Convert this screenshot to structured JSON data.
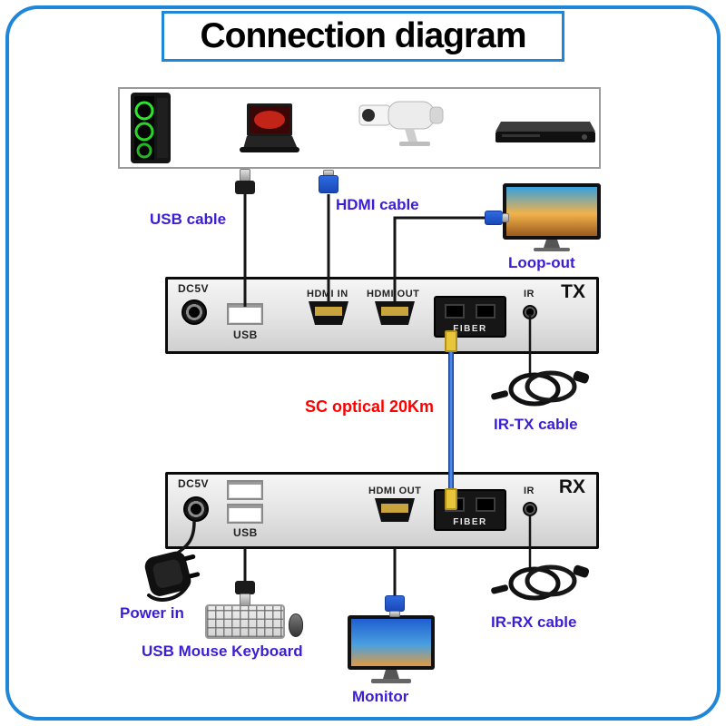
{
  "title": "Connection diagram",
  "cable_labels": {
    "usb": "USB cable",
    "hdmi": "HDMI cable",
    "loop_out": "Loop-out",
    "fiber": "SC optical 20Km",
    "ir_tx": "IR-TX cable",
    "ir_rx": "IR-RX cable",
    "power": "Power in",
    "usb_peripherals": "USB Mouse Keyboard",
    "monitor": "Monitor"
  },
  "tx": {
    "label": "TX",
    "ports": {
      "dc": "DC5V",
      "usb": "USB",
      "hdmi_in": "HDMI IN",
      "hdmi_out": "HDMI OUT",
      "fiber": "FIBER",
      "ir": "IR"
    }
  },
  "rx": {
    "label": "RX",
    "ports": {
      "dc": "DC5V",
      "usb": "USB",
      "hdmi_out": "HDMI OUT",
      "fiber": "FIBER",
      "ir": "IR"
    }
  },
  "source_devices": [
    "desktop-pc",
    "laptop",
    "cctv-camera",
    "dvd-player"
  ],
  "colors": {
    "label_blue": "#3a1fd2",
    "highlight_red": "#ff0000",
    "frame_blue": "#1f86d8",
    "fiber_cable_blue": "#4a86e8",
    "fiber_connector_yellow": "#e7c63a",
    "hdmi_plug_blue": "#2e6be0"
  }
}
